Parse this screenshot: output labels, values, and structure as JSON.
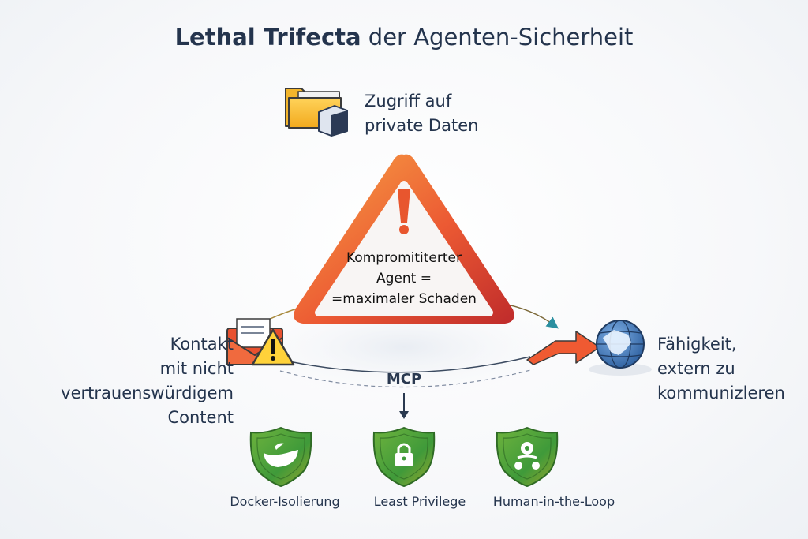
{
  "title": {
    "bold": "Lethal Trifecta",
    "regular": " der Agenten-Sicherheit"
  },
  "center": {
    "warning_lines": [
      "Kompromititerter",
      "Agent =",
      "=maximaler Schaden"
    ],
    "icon": "exclamation-warning-triangle"
  },
  "nodes": {
    "top": {
      "lines": [
        "Zugriff auf",
        "private Daten"
      ],
      "icon": "folder-data-icon"
    },
    "left": {
      "lines": [
        "Kontakt",
        "mit nicht",
        "vertrauenswürdigem",
        "Content"
      ],
      "icon": "mail-warning-icon"
    },
    "right": {
      "lines": [
        "Fähigkeit,",
        "extern zu",
        "kommunizleren"
      ],
      "icon": "globe-arrow-icon"
    }
  },
  "mcp_label": "MCP",
  "safeguards": [
    {
      "label": "Docker-Isolierung",
      "icon": "container-shield-icon"
    },
    {
      "label": "Least Privilege",
      "icon": "lock-shield-icon"
    },
    {
      "label": "Human-in-the-Loop",
      "icon": "person-shield-icon"
    }
  ],
  "colors": {
    "text": "#24344d",
    "triangle_start": "#f39a3c",
    "triangle_end": "#c9302c",
    "shield_green": "#5aa83a",
    "arrow_red": "#ef5a32",
    "arrow_teal": "#2a8fa0"
  }
}
